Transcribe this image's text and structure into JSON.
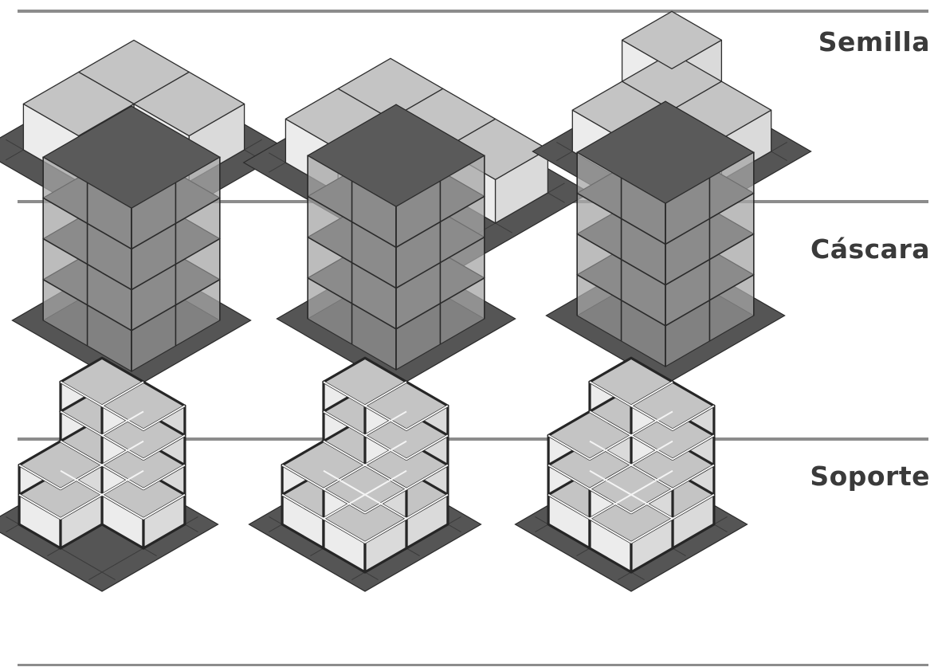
{
  "rows": [
    {
      "label": "Semilla"
    },
    {
      "label": "Cáscara"
    },
    {
      "label": "Soporte"
    }
  ],
  "colors": {
    "divider": "#8c8c8c",
    "label": "#3a3a3a",
    "slab": "#555555",
    "block_top": "#c4c4c4",
    "block_front": "#ececec",
    "block_side": "#dadada",
    "glass": "#a6a6a6",
    "frame": "#262626"
  }
}
